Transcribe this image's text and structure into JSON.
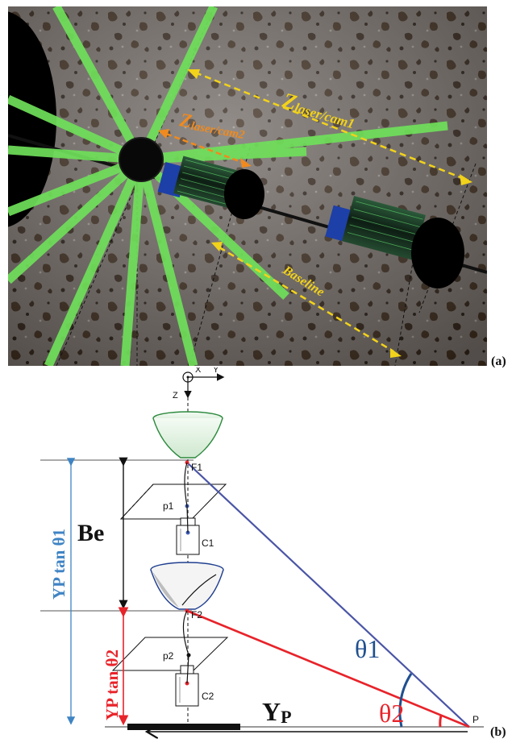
{
  "panel_a": {
    "label": "(a)",
    "z_laser_cam1": {
      "main": "Z",
      "sub": "laser/cam1"
    },
    "z_laser_cam2": {
      "main": "Z",
      "sub": "laser/cam2"
    },
    "baseline": "Baseline"
  },
  "panel_b": {
    "label": "(b)",
    "axis_x": "X",
    "axis_y": "Y",
    "axis_z": "Z",
    "focus1": "F1",
    "focus2": "F2",
    "image_point1": "p1",
    "image_point2": "p2",
    "camera1": "C1",
    "camera2": "C2",
    "be": "Be",
    "yp_tan_theta1": "YP tan θ1",
    "yp_tan_theta2": "YP tan θ2",
    "theta1": "θ1",
    "theta2": "θ2",
    "yp_main": "Y",
    "yp_sub": "P",
    "point_p": "P"
  },
  "colors": {
    "laser_green": "#6fe05a",
    "dim_yellow": "#f2d21a",
    "dim_orange": "#f08a1e",
    "camera_blue": "#1d3fa8",
    "line_blue": "#4a55a6",
    "line_red": "#e8232a",
    "theta1_blue": "#1f4f8f",
    "yp_tan1_blue": "#3f84c4"
  }
}
